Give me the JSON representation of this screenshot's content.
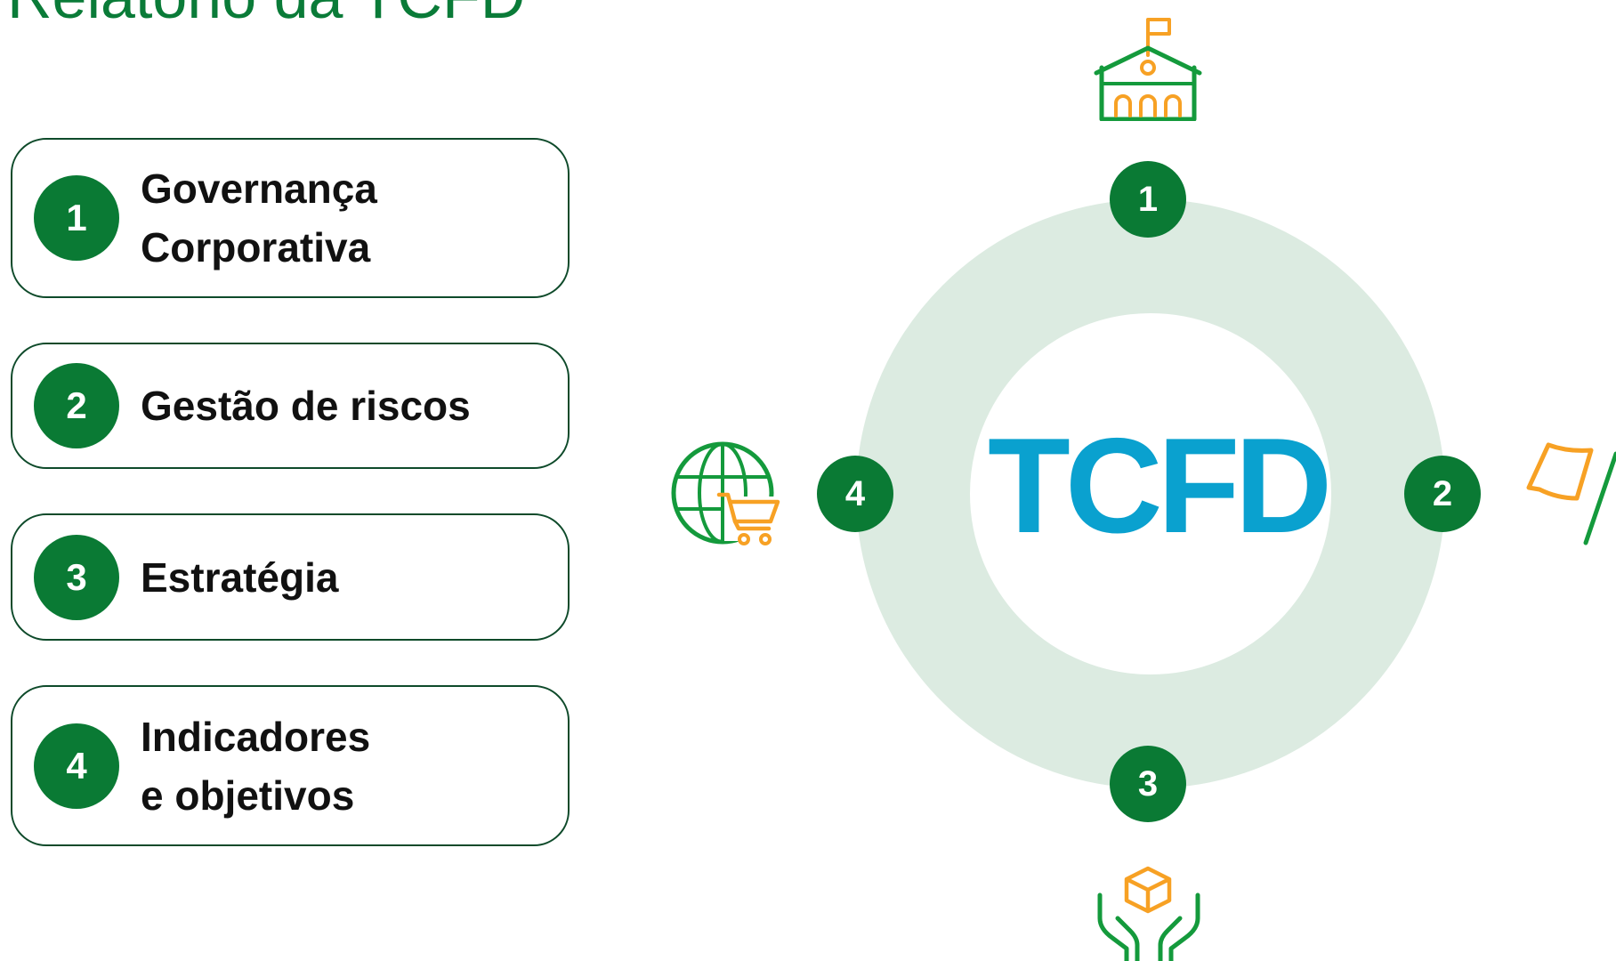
{
  "title": "Relatório da TCFD",
  "colors": {
    "dark_green": "#0a7a34",
    "bright_green": "#149a3c",
    "orange": "#f7a124",
    "ring": "#dcebe1",
    "tcfd_blue": "#0aa1cf",
    "border": "#0e4a2a"
  },
  "pillars": [
    {
      "number": "1",
      "line1": "Governança",
      "line2": "Corporativa"
    },
    {
      "number": "2",
      "line1": "Gestão de riscos",
      "line2": ""
    },
    {
      "number": "3",
      "line1": "Estratégia",
      "line2": ""
    },
    {
      "number": "4",
      "line1": "Indicadores",
      "line2": "e objetivos"
    }
  ],
  "diagram": {
    "center_text": "TCFD",
    "nodes": [
      {
        "number": "1",
        "icon": "school-building-icon"
      },
      {
        "number": "2",
        "icon": "flag-icon"
      },
      {
        "number": "3",
        "icon": "hands-holding-box-icon"
      },
      {
        "number": "4",
        "icon": "globe-cart-icon"
      }
    ]
  }
}
